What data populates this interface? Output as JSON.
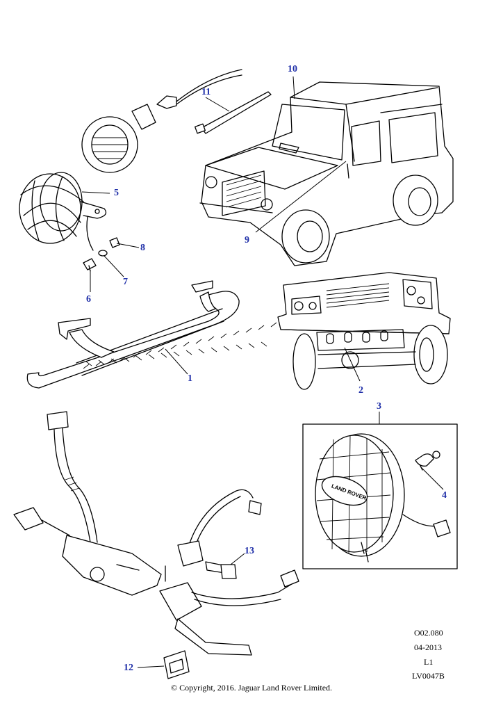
{
  "callouts": [
    "1",
    "2",
    "3",
    "4",
    "5",
    "6",
    "7",
    "8",
    "9",
    "10",
    "11",
    "12",
    "13"
  ],
  "meta": {
    "ref": "O02.080",
    "date": "04-2013",
    "level": "L1",
    "code": "LV0047B"
  },
  "badge_text": "LAND ROVER",
  "copyright": "© Copyright, 2016. Jaguar Land Rover Limited.",
  "colors": {
    "callout": "#1f2fa8",
    "line": "#000000",
    "background": "#ffffff"
  }
}
